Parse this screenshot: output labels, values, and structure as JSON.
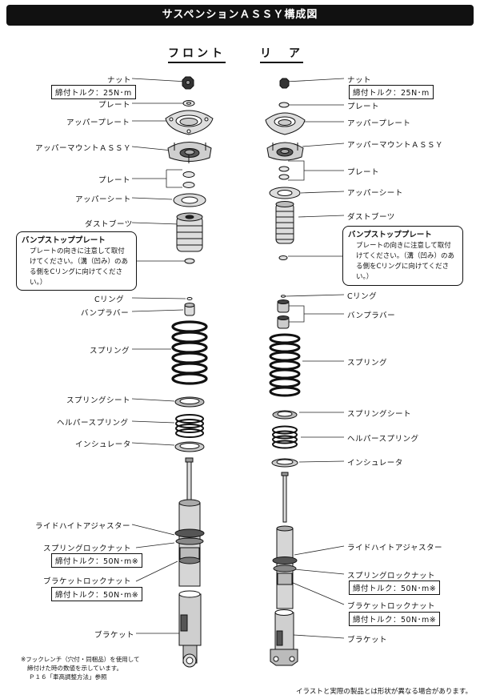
{
  "title": "サスペンションＡＳＳＹ構成図",
  "columns": {
    "front": "フロント",
    "rear": "リ　ア"
  },
  "front": {
    "nut": "ナット",
    "torque_nut": "締付トルク：25N･m",
    "plate1": "プレート",
    "upper_plate": "アッパープレート",
    "upper_mount": "アッパーマウントＡＳＳＹ",
    "plate2": "プレート",
    "upper_seat": "アッパーシート",
    "dust_boot": "ダストブーツ",
    "c_ring": "Cリング",
    "bump_rubber": "バンプラバー",
    "spring": "スプリング",
    "spring_seat": "スプリングシート",
    "helper_spring": "ヘルパースプリング",
    "insulator": "インシュレータ",
    "ride_height": "ライドハイトアジャスター",
    "spring_lock_nut": "スプリングロックナット",
    "torque_spring_lock": "締付トルク：50N･m※",
    "bracket_lock_nut": "ブラケットロックナット",
    "torque_bracket_lock": "締付トルク：50N･m※",
    "bracket": "ブラケット"
  },
  "rear": {
    "nut": "ナット",
    "torque_nut": "締付トルク：25N･m",
    "plate1": "プレート",
    "upper_plate": "アッパープレート",
    "upper_mount": "アッパーマウントＡＳＳＹ",
    "plate2": "プレート",
    "upper_seat": "アッパーシート",
    "dust_boot": "ダストブーツ",
    "c_ring": "Cリング",
    "bump_rubber": "バンプラバー",
    "spring": "スプリング",
    "spring_seat": "スプリングシート",
    "helper_spring": "ヘルパースプリング",
    "insulator": "インシュレータ",
    "ride_height": "ライドハイトアジャスター",
    "spring_lock_nut": "スプリングロックナット",
    "torque_spring_lock": "締付トルク：50N･m※",
    "bracket_lock_nut": "ブラケットロックナット",
    "torque_bracket_lock": "締付トルク：50N･m※",
    "bracket": "ブラケット"
  },
  "bump_note": {
    "title": "バンプストッププレート",
    "body": "プレートの向きに注意して取付けてください。（溝（凹み）のある側をCリングに向けてください。）"
  },
  "footnote": {
    "line1": "※フックレンチ（穴付・同梱品）を使用して",
    "line2": "締付けた時の数値を示しています。",
    "line3": "Ｐ１６「車高調整方法」参照"
  },
  "disclaimer": "イラストと実際の製品とは形状が異なる場合があります。"
}
